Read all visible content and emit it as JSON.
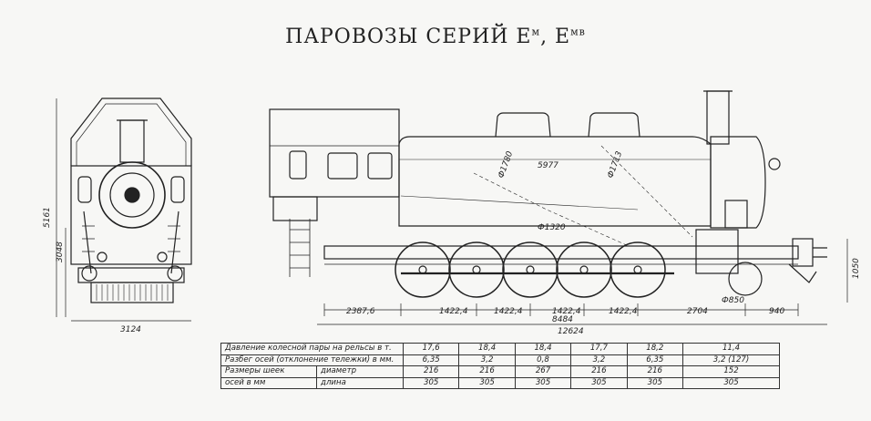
{
  "title": {
    "text": "ПАРОВОЗЫ СЕРИЙ Е",
    "sup1": "м",
    "sep": ", Е",
    "sup2": "мв"
  },
  "front_view": {
    "height_total": "5161",
    "height_axis": "3048",
    "width": "3124"
  },
  "side_view": {
    "boiler_dims": [
      "Ф1780",
      "Ф1713",
      "5977"
    ],
    "firebox_dim": "Ф1320",
    "wheel_dim": "Ф850",
    "coupler_height": "1050",
    "wheelbase": [
      "2387,6",
      "1422,4",
      "1422,4",
      "1422,4",
      "1422,4",
      "2704",
      "940"
    ],
    "rigid_wheelbase": "8484",
    "overall_length": "12624"
  },
  "table": {
    "row1_label": "Давление колесной пары на рельсы в т.",
    "row1_values": [
      "17,6",
      "18,4",
      "18,4",
      "17,7",
      "18,2",
      "11,4"
    ],
    "row2_label": "Разбег осей (отклонение тележки) в мм.",
    "row2_values": [
      "6,35",
      "3,2",
      "0,8",
      "3,2",
      "6,35",
      "3,2 (127)"
    ],
    "row3_label": "Размеры шеек",
    "row3_sub": "диаметр",
    "row3_values": [
      "216",
      "216",
      "267",
      "216",
      "216",
      "152"
    ],
    "row4_label": "осей в мм",
    "row4_sub": "длина",
    "row4_values": [
      "305",
      "305",
      "305",
      "305",
      "305",
      "305"
    ]
  }
}
